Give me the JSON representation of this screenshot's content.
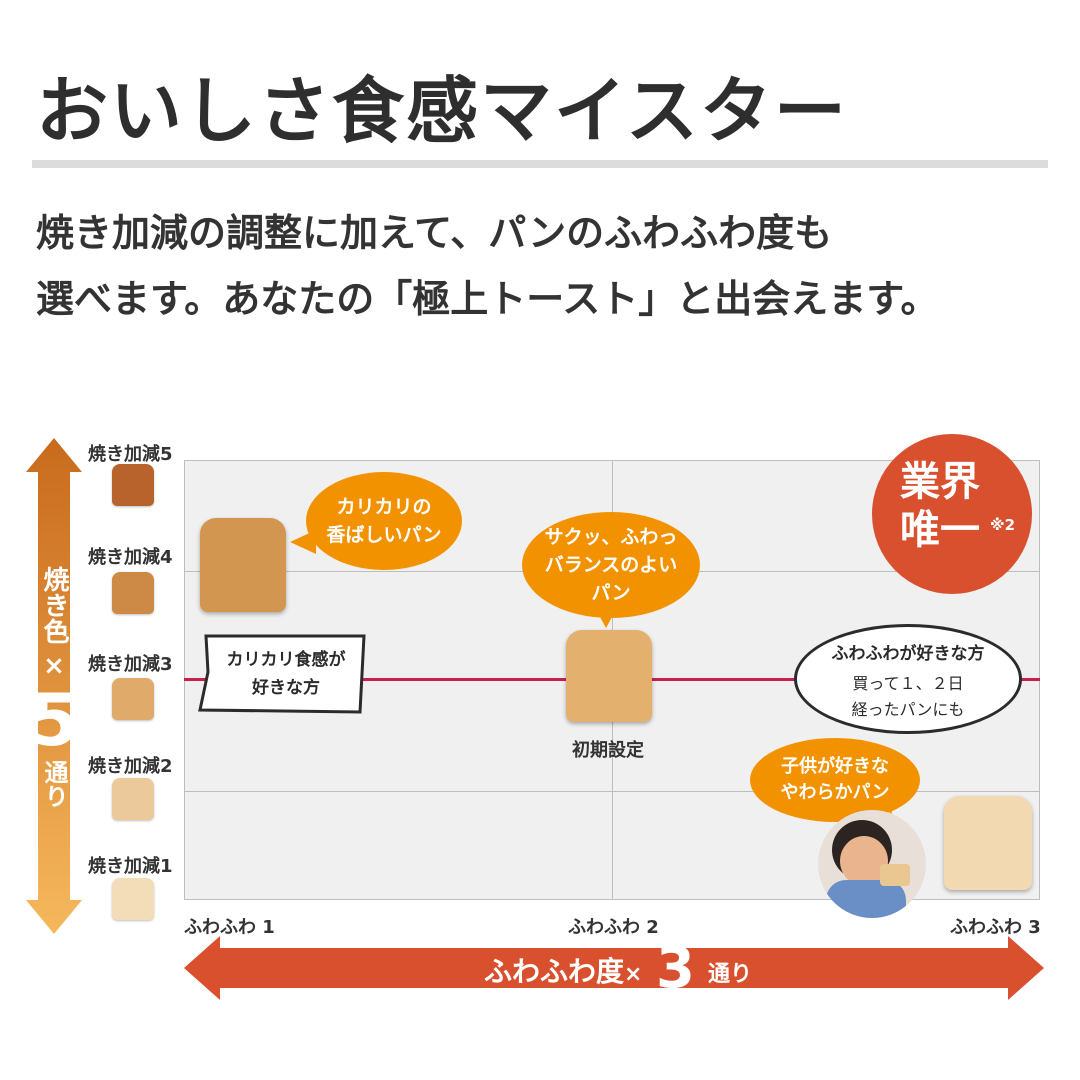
{
  "title": "おいしさ食感マイスター",
  "description": {
    "line1": "焼き加減の調整に加えて、パンのふわふわ度も",
    "line2": "選べます。あなたの「極上トースト」と出会えます。"
  },
  "vertical_axis": {
    "label_top": "焼き色",
    "times": "×",
    "count": "5",
    "suffix": "通り",
    "levels": [
      "焼き加減5",
      "焼き加減4",
      "焼き加減3",
      "焼き加減2",
      "焼き加減1"
    ]
  },
  "horizontal_axis": {
    "ticks": [
      "ふわふわ 1",
      "ふわふわ 2",
      "ふわふわ 3"
    ],
    "label": "ふわふわ度",
    "times": "×",
    "count": "3",
    "suffix": "通り"
  },
  "bubbles": {
    "crispy": "カリカリの\n香ばしいパン",
    "balance": "サクッ、ふわっ\nバランスのよい\nパン",
    "kids": "子供が好きな\nやわらかパン"
  },
  "labels": {
    "crispy_lover": "カリカリ食感が\n好きな方",
    "fluffy_title": "ふわふわが好きな方",
    "fluffy_sub1": "買って１、２日",
    "fluffy_sub2": "経ったパンにも",
    "initial": "初期設定"
  },
  "badge": {
    "text": "業界\n唯一",
    "note": "※2"
  },
  "colors": {
    "orange": "#f39200",
    "red": "#d9502f",
    "magenta_line": "#c8204e",
    "arrow_top": "#c86a1c",
    "arrow_bottom": "#f6b85c"
  }
}
